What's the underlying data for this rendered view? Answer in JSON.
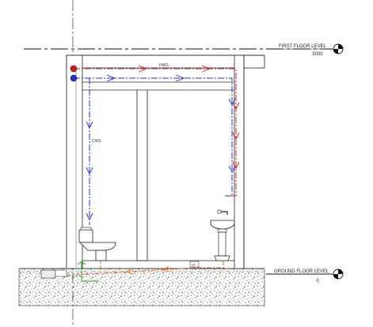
{
  "levels": {
    "first_floor": {
      "label": "FIRST FLOOR LEVEL",
      "value": "5000"
    },
    "ground_floor": {
      "label": "GROUND FLOOR LEVEL",
      "value": "0"
    }
  },
  "pipes": {
    "hot_water": {
      "label": "HWS",
      "color": "#e0202a"
    },
    "cold_water": {
      "label": "CWS",
      "color": "#1f2fd6"
    },
    "drain": {
      "color": "#e8641e"
    },
    "vent": {
      "color": "#2e9e2e"
    }
  },
  "fixtures": {
    "trap_label": "ST"
  },
  "icons": [
    "level-marker-icon",
    "toilet-icon",
    "basin-icon"
  ]
}
